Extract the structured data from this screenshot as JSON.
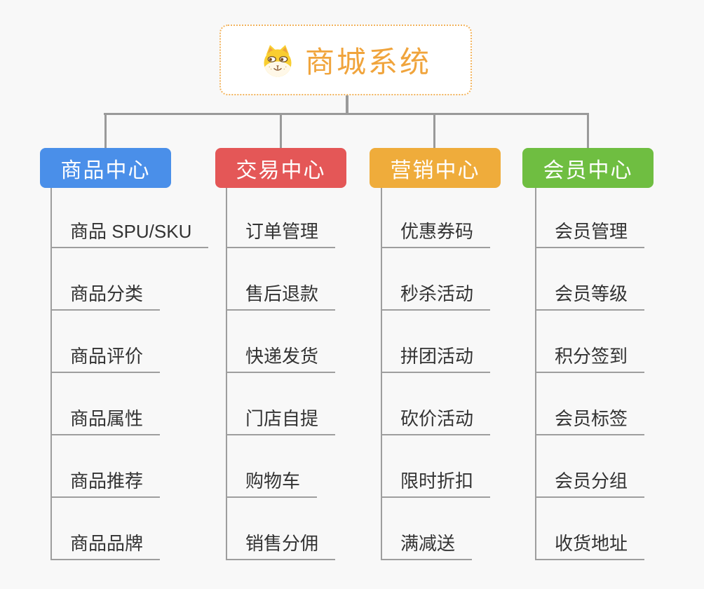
{
  "page": {
    "background_color": "#F8F8F8",
    "connector_color": "#9A9A9A",
    "underline_color": "#9E9E9E",
    "leaf_text_color": "#333333"
  },
  "root": {
    "title": "商城系统",
    "title_color": "#F0A43C",
    "border_color": "#F2B35C",
    "icon": "dog-face-icon"
  },
  "branches": [
    {
      "label": "商品中心",
      "color": "#4A8FE9",
      "children": [
        "商品 SPU/SKU",
        "商品分类",
        "商品评价",
        "商品属性",
        "商品推荐",
        "商品品牌"
      ]
    },
    {
      "label": "交易中心",
      "color": "#E45757",
      "children": [
        "订单管理",
        "售后退款",
        "快递发货",
        "门店自提",
        "购物车",
        "销售分佣"
      ]
    },
    {
      "label": "营销中心",
      "color": "#EFAC3B",
      "children": [
        "优惠券码",
        "秒杀活动",
        "拼团活动",
        "砍价活动",
        "限时折扣",
        "满减送"
      ]
    },
    {
      "label": "会员中心",
      "color": "#6FBE41",
      "children": [
        "会员管理",
        "会员等级",
        "积分签到",
        "会员标签",
        "会员分组",
        "收货地址"
      ]
    }
  ]
}
